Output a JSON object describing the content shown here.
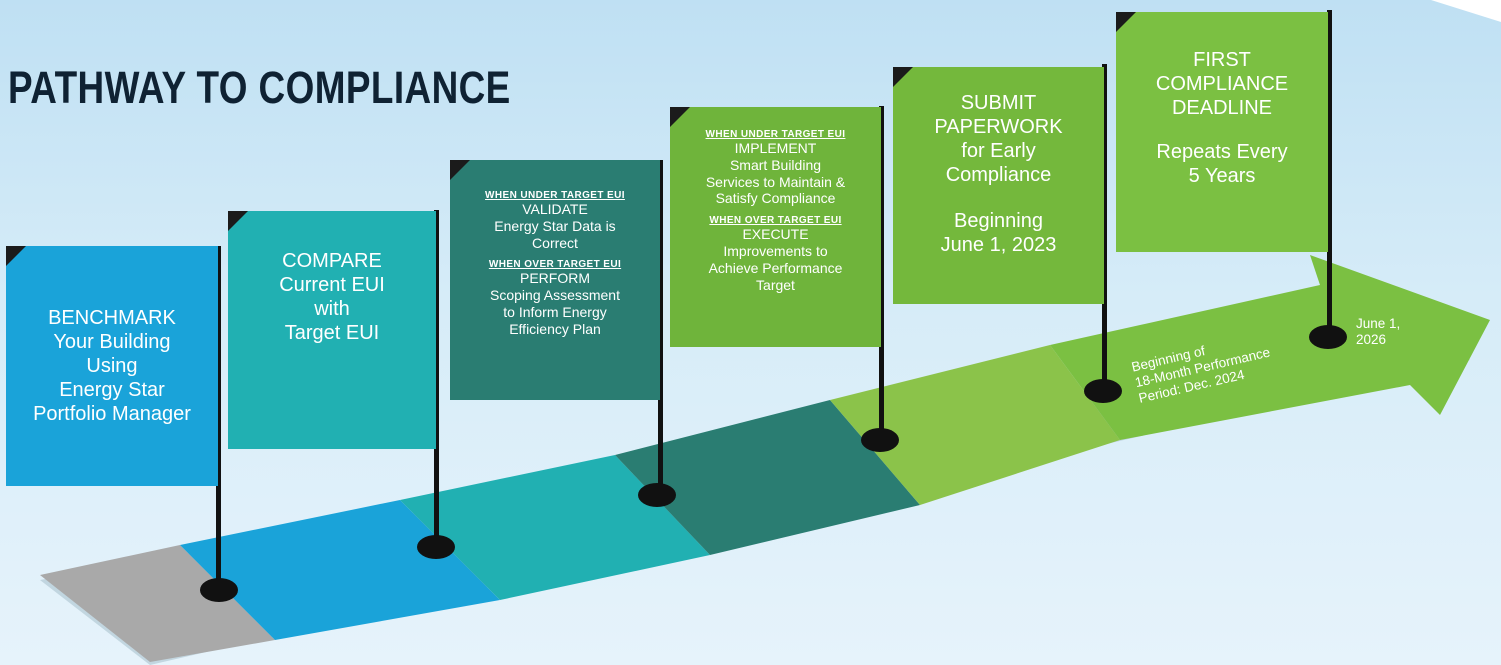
{
  "title": "PATHWAY TO COMPLIANCE",
  "colors": {
    "step1_blue": "#1aa3d9",
    "step2_teal": "#21b0b2",
    "step3_dark_teal": "#2a7d72",
    "step4_green": "#6fb43b",
    "step5_green": "#74b83c",
    "step6_green": "#7bc042",
    "road_gray": "#a8a8a8",
    "pole_black": "#111111"
  },
  "steps": [
    {
      "id": "benchmark",
      "lines": [
        "BENCHMARK",
        "Your Building",
        "Using",
        "Energy Star",
        "Portfolio Manager"
      ]
    },
    {
      "id": "compare",
      "lines": [
        "COMPARE",
        "Current EUI",
        "with",
        "Target EUI"
      ]
    },
    {
      "id": "validate",
      "under_label": "WHEN UNDER TARGET EUI",
      "under_lines": [
        "VALIDATE",
        "Energy Star Data is",
        "Correct"
      ],
      "over_label": "WHEN OVER TARGET EUI",
      "over_lines": [
        "PERFORM",
        "Scoping Assessment",
        "to Inform Energy",
        "Efficiency Plan"
      ]
    },
    {
      "id": "implement",
      "under_label": "WHEN UNDER TARGET EUI",
      "under_lines": [
        "IMPLEMENT",
        "Smart Building",
        "Services to Maintain &",
        "Satisfy Compliance"
      ],
      "over_label": "WHEN OVER TARGET EUI",
      "over_lines": [
        "EXECUTE",
        "Improvements to",
        "Achieve Performance",
        "Target"
      ]
    },
    {
      "id": "submit",
      "lines": [
        "SUBMIT",
        "PAPERWORK",
        "for Early",
        "Compliance"
      ],
      "sub_lines": [
        "Beginning",
        "June 1, 2023"
      ]
    },
    {
      "id": "deadline",
      "lines": [
        "FIRST",
        "COMPLIANCE",
        "DEADLINE"
      ],
      "sub_lines": [
        "Repeats Every",
        "5 Years"
      ]
    }
  ],
  "road_labels": {
    "performance_period": [
      "Beginning of",
      "18-Month Performance",
      "Period: Dec. 2024"
    ],
    "deadline_date": [
      "June 1,",
      "2026"
    ]
  }
}
